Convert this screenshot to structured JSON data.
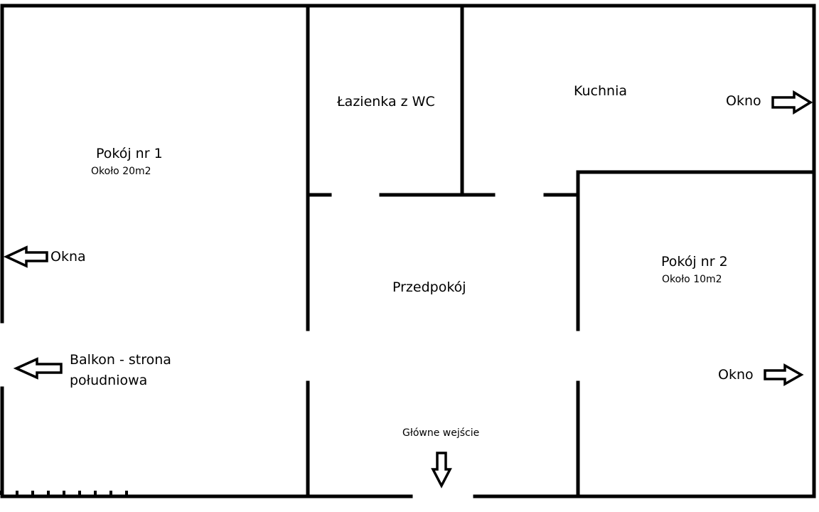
{
  "rooms": {
    "room1": {
      "name": "Pokój nr 1",
      "area": "Około 20m2"
    },
    "bathroom": {
      "name": "Łazienka z WC"
    },
    "kitchen": {
      "name": "Kuchnia"
    },
    "hall": {
      "name": "Przedpokój"
    },
    "room2": {
      "name": "Pokój nr 2",
      "area": "Około 10m2"
    }
  },
  "annotations": {
    "kitchen_window": "Okno",
    "room1_windows": "Okna",
    "balcony_line1": "Balkon - strona",
    "balcony_line2": "południowa",
    "room2_window": "Okno",
    "main_entrance": "Główne wejście"
  },
  "icons": {
    "kitchen_window_arrow": "arrow-right-icon",
    "room1_windows_arrow": "arrow-left-icon",
    "balcony_arrow": "arrow-left-icon",
    "room2_window_arrow": "arrow-right-icon",
    "entrance_arrow": "arrow-down-icon"
  },
  "colors": {
    "wall": "#000000",
    "background": "#ffffff"
  }
}
